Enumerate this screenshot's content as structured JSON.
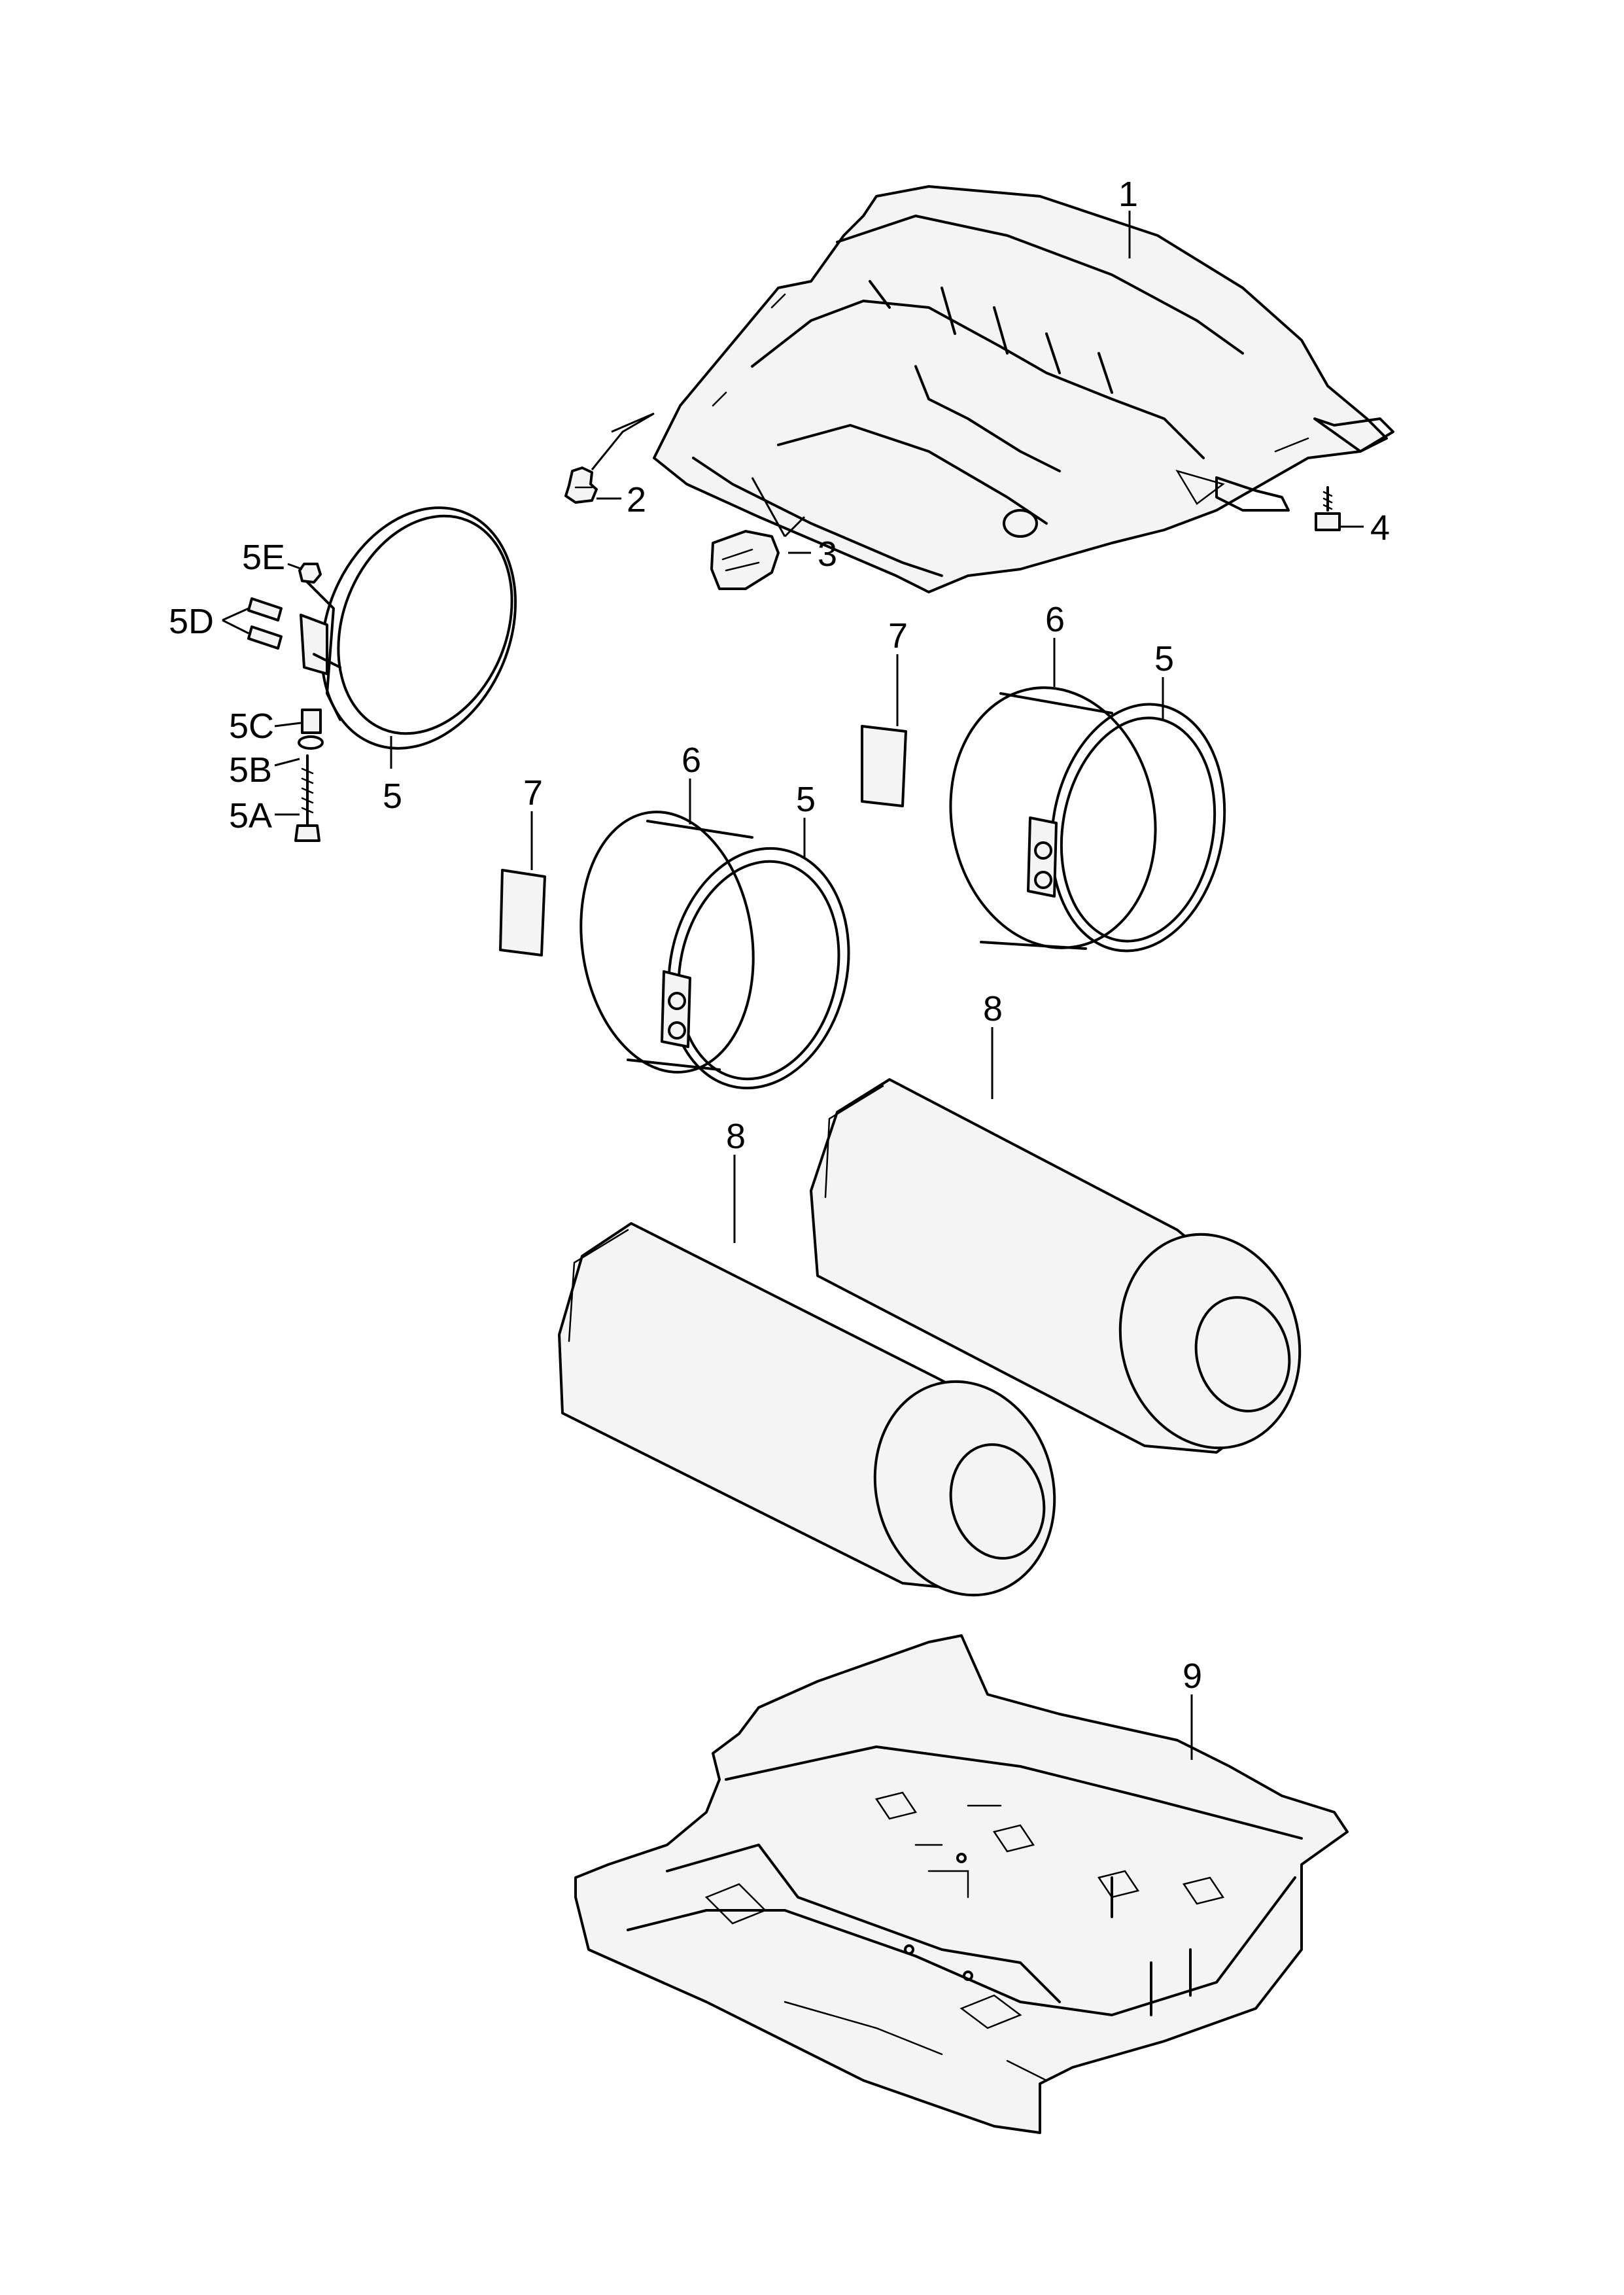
{
  "callouts": {
    "c1": "1",
    "c2": "2",
    "c3": "3",
    "c4": "4",
    "c5E": "5E",
    "c5D": "5D",
    "c5C": "5C",
    "c5B": "5B",
    "c5A": "5A",
    "c5_left": "5",
    "c6_upper": "6",
    "c5_upper": "5",
    "c7_upper": "7",
    "c6_lower": "6",
    "c5_lower": "5",
    "c7_lower": "7",
    "c8_back": "8",
    "c8_front": "8",
    "c9": "9"
  },
  "colors": {
    "line": "#000000",
    "background": "#ffffff",
    "part_shade": "#f4f4f4"
  }
}
